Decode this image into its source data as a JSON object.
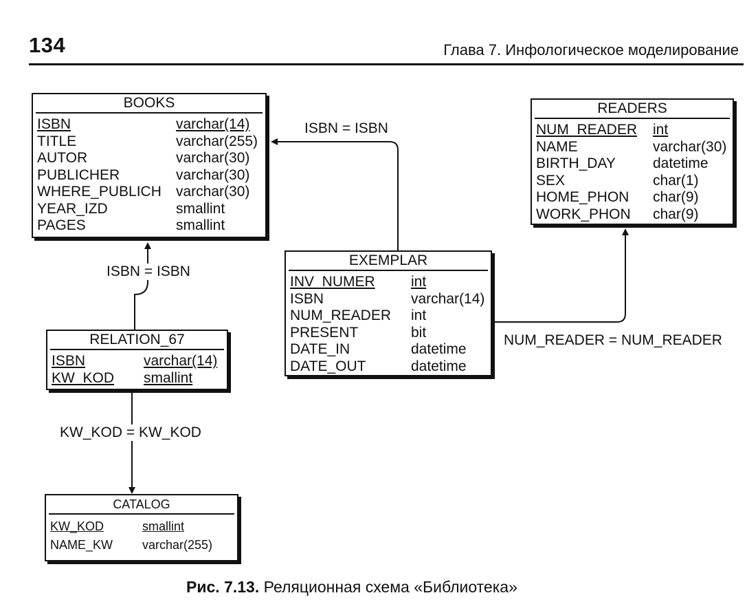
{
  "header": {
    "page_number": "134",
    "chapter_title": "Глава 7. Инфологическое моделирование"
  },
  "entities": {
    "books": {
      "title": "BOOKS",
      "attributes": [
        {
          "name": "ISBN",
          "type": "varchar(14)",
          "pk": true
        },
        {
          "name": "TITLE",
          "type": "varchar(255)",
          "pk": false
        },
        {
          "name": "AUTOR",
          "type": "varchar(30)",
          "pk": false
        },
        {
          "name": "PUBLICHER",
          "type": "varchar(30)",
          "pk": false
        },
        {
          "name": "WHERE_PUBLICH",
          "type": "varchar(30)",
          "pk": false
        },
        {
          "name": "YEAR_IZD",
          "type": "smallint",
          "pk": false
        },
        {
          "name": "PAGES",
          "type": "smallint",
          "pk": false
        }
      ]
    },
    "readers": {
      "title": "READERS",
      "attributes": [
        {
          "name": "NUM_READER",
          "type": "int",
          "pk": true
        },
        {
          "name": "NAME",
          "type": "varchar(30)",
          "pk": false
        },
        {
          "name": "BIRTH_DAY",
          "type": "datetime",
          "pk": false
        },
        {
          "name": "SEX",
          "type": "char(1)",
          "pk": false
        },
        {
          "name": "HOME_PHON",
          "type": "char(9)",
          "pk": false
        },
        {
          "name": "WORK_PHON",
          "type": "char(9)",
          "pk": false
        }
      ]
    },
    "exemplar": {
      "title": "EXEMPLAR",
      "attributes": [
        {
          "name": "INV_NUMER",
          "type": "int",
          "pk": true
        },
        {
          "name": "ISBN",
          "type": "varchar(14)",
          "pk": false
        },
        {
          "name": "NUM_READER",
          "type": "int",
          "pk": false
        },
        {
          "name": "PRESENT",
          "type": "bit",
          "pk": false
        },
        {
          "name": "DATE_IN",
          "type": "datetime",
          "pk": false
        },
        {
          "name": "DATE_OUT",
          "type": "datetime",
          "pk": false
        }
      ]
    },
    "relation_67": {
      "title": "RELATION_67",
      "attributes": [
        {
          "name": "ISBN",
          "type": "varchar(14)",
          "pk": true
        },
        {
          "name": "KW_KOD",
          "type": "smallint",
          "pk": true
        }
      ]
    },
    "catalog": {
      "title": "CATALOG",
      "attributes": [
        {
          "name": "KW_KOD",
          "type": "smallint",
          "pk": true
        },
        {
          "name": "NAME_KW",
          "type": "varchar(255)",
          "pk": false
        }
      ]
    }
  },
  "relationships": {
    "exemplar_books": "ISBN = ISBN",
    "relation_books": "ISBN = ISBN",
    "exemplar_readers": "NUM_READER = NUM_READER",
    "relation_catalog": "KW_KOD = KW_KOD"
  },
  "caption": {
    "figure_number": "Рис. 7.13.",
    "text": "Реляционная схема «Библиотека»"
  }
}
